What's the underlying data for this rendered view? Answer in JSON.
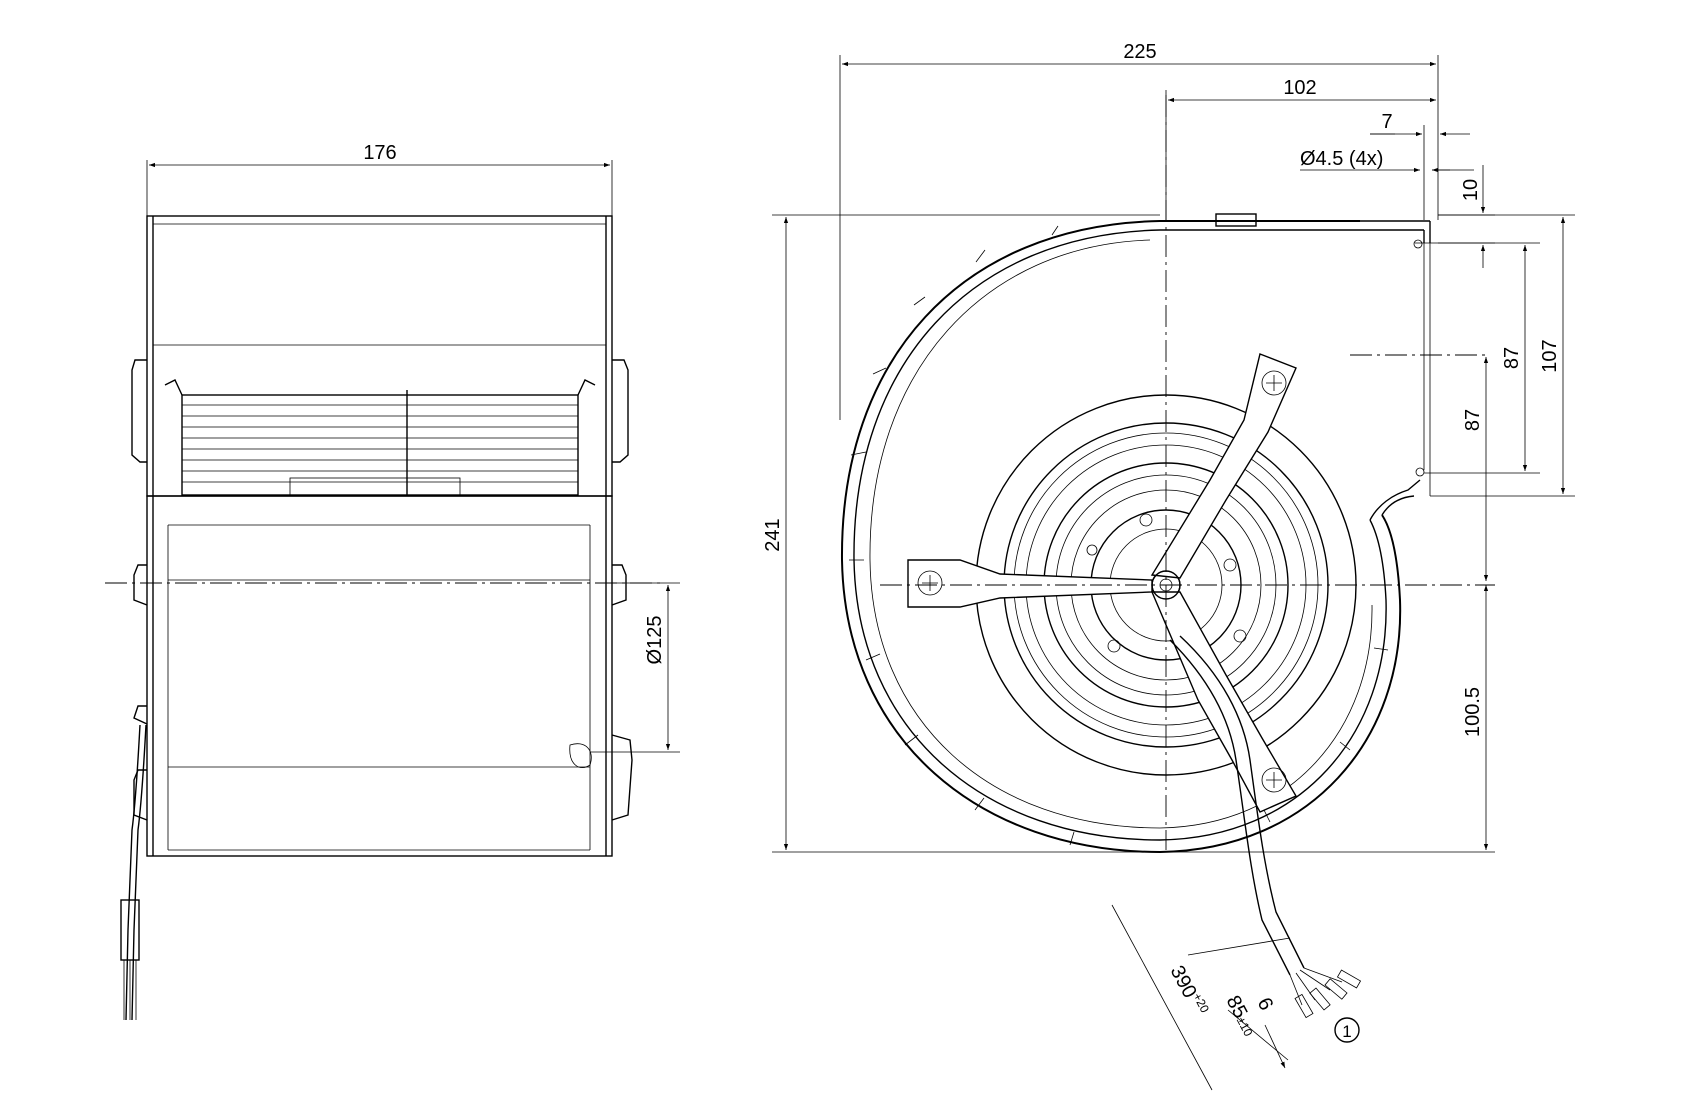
{
  "side_view": {
    "width_dim": "176",
    "diameter_dim": "Ø125"
  },
  "front_view": {
    "width_dim": "225",
    "offset_dim": "102",
    "flange_dim": "7",
    "hole_dim": "Ø4.5 (4x)",
    "height_dim": "241",
    "top_edge_dim": "10",
    "upper_87_dim": "87",
    "lower_87_dim": "87",
    "outlet_dim": "107",
    "axis_dim": "100.5"
  },
  "cable": {
    "length_dim": "390",
    "length_tol": "+20",
    "strip_dim": "85",
    "strip_tol": "±10",
    "wire_end_dim": "6",
    "callout_number": "1"
  }
}
